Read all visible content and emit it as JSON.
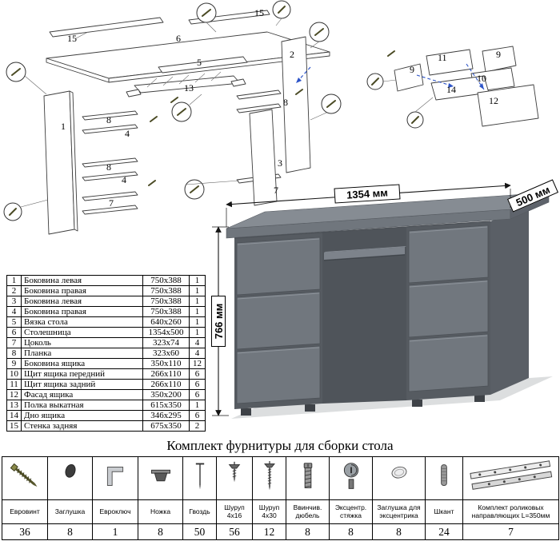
{
  "colors": {
    "desk_gray": "#70767d",
    "arrow_blue": "#2d54c8"
  },
  "parts_table": {
    "rows": [
      {
        "num": "1",
        "name": "Боковина левая",
        "size": "750x388",
        "qty": "1"
      },
      {
        "num": "2",
        "name": "Боковина правая",
        "size": "750x388",
        "qty": "1"
      },
      {
        "num": "3",
        "name": "Боковина левая",
        "size": "750x388",
        "qty": "1"
      },
      {
        "num": "4",
        "name": "Боковина правая",
        "size": "750x388",
        "qty": "1"
      },
      {
        "num": "5",
        "name": "Вязка стола",
        "size": "640x260",
        "qty": "1"
      },
      {
        "num": "6",
        "name": "Столешница",
        "size": "1354x500",
        "qty": "1"
      },
      {
        "num": "7",
        "name": "Цоколь",
        "size": "323x74",
        "qty": "4"
      },
      {
        "num": "8",
        "name": "Планка",
        "size": "323x60",
        "qty": "4"
      },
      {
        "num": "9",
        "name": "Боковина ящика",
        "size": "350x110",
        "qty": "12"
      },
      {
        "num": "10",
        "name": "Щит ящика передний",
        "size": "266x110",
        "qty": "6"
      },
      {
        "num": "11",
        "name": "Щит ящика задний",
        "size": "266x110",
        "qty": "6"
      },
      {
        "num": "12",
        "name": "Фасад ящика",
        "size": "350x200",
        "qty": "6"
      },
      {
        "num": "13",
        "name": "Полка выкатная",
        "size": "615x350",
        "qty": "1"
      },
      {
        "num": "14",
        "name": "Дно ящика",
        "size": "346x295",
        "qty": "6"
      },
      {
        "num": "15",
        "name": "Стенка задняя",
        "size": "675x350",
        "qty": "2"
      }
    ]
  },
  "desk_render": {
    "width_label": "1354 мм",
    "depth_label": "500 мм",
    "height_label": "766 мм"
  },
  "exploded_desk_diagram": {
    "labels": [
      "15",
      "6",
      "15",
      "5",
      "13",
      "1",
      "8",
      "4",
      "8",
      "4",
      "7",
      "2",
      "8",
      "3",
      "7"
    ]
  },
  "exploded_drawer_diagram": {
    "labels": [
      "11",
      "9",
      "9",
      "10",
      "14",
      "12"
    ]
  },
  "hardware_section": {
    "title": "Комплект фурнитуры для сборки стола",
    "items": [
      {
        "icon": "confirmat-screw-icon",
        "name": "Евровинт",
        "qty": "36"
      },
      {
        "icon": "cap-icon",
        "name": "Заглушка",
        "qty": "8"
      },
      {
        "icon": "hex-key-icon",
        "name": "Евроключ",
        "qty": "1"
      },
      {
        "icon": "foot-icon",
        "name": "Ножка",
        "qty": "8"
      },
      {
        "icon": "nail-icon",
        "name": "Гвоздь",
        "qty": "50"
      },
      {
        "icon": "screw-small-icon",
        "name": "Шуруп 4x16",
        "qty": "56"
      },
      {
        "icon": "screw-long-icon",
        "name": "Шуруп 4x30",
        "qty": "12"
      },
      {
        "icon": "threaded-dowel-icon",
        "name": "Ввинчив. дюбель",
        "qty": "8"
      },
      {
        "icon": "cam-lock-icon",
        "name": "Эксцентр. стяжка",
        "qty": "8"
      },
      {
        "icon": "cam-cap-icon",
        "name": "Заглушка для эксцентрика",
        "qty": "8"
      },
      {
        "icon": "wood-dowel-icon",
        "name": "Шкант",
        "qty": "24"
      },
      {
        "icon": "drawer-slides-icon",
        "name": "Комплект роликовых направляющих L=350мм",
        "qty": "7"
      }
    ]
  }
}
